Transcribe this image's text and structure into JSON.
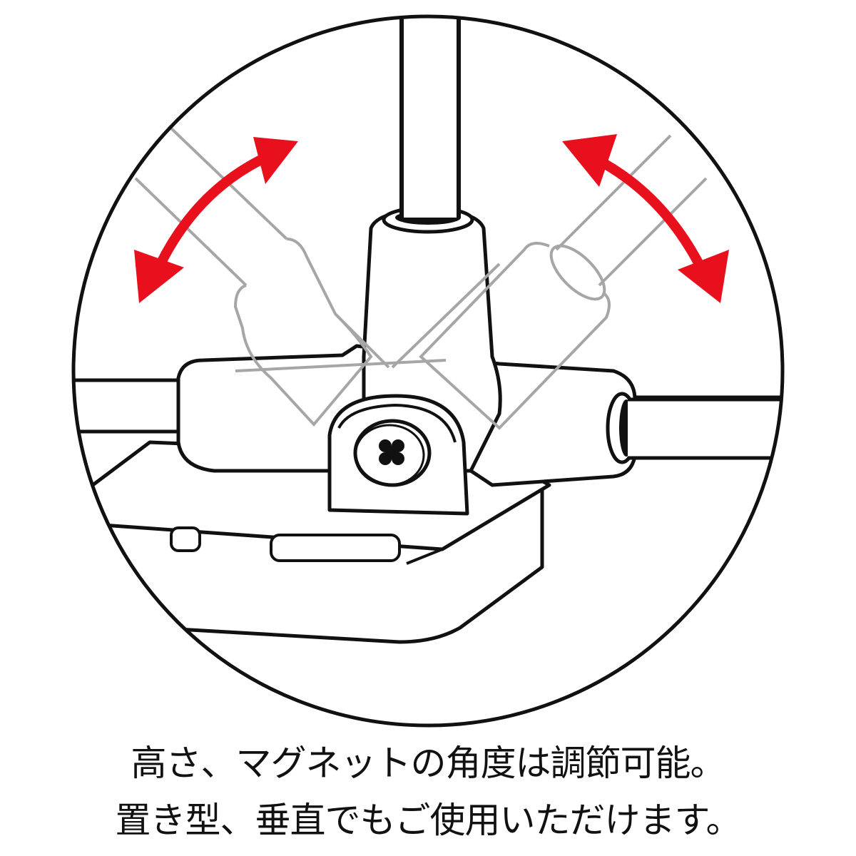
{
  "illustration": {
    "subject": "magnet-stand-joint-closeup",
    "colors": {
      "outline": "#111111",
      "ghost_outline": "#a6a6a6",
      "arrow": "#e8101c",
      "background": "#ffffff"
    },
    "arrows": [
      {
        "name": "left-rotation-arrow",
        "icon": "curved-double-arrow"
      },
      {
        "name": "right-rotation-arrow",
        "icon": "curved-double-arrow"
      }
    ]
  },
  "caption": {
    "line1": "高さ、マグネットの角度は調節可能。",
    "line2": "置き型、垂直でもご使用いただけます。"
  }
}
